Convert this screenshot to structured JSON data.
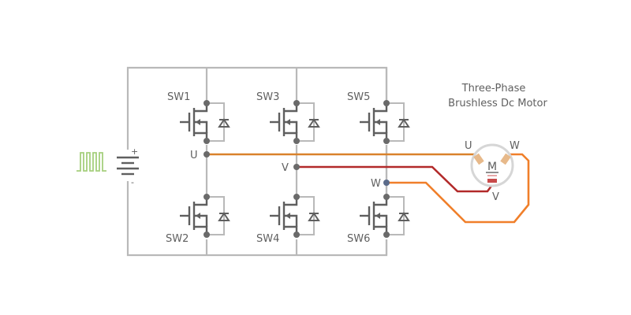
{
  "diagram": {
    "title_line1": "Three-Phase",
    "title_line2": "Brushless Dc Motor",
    "motor_label": "M",
    "switches": [
      {
        "id": "sw1",
        "label": "SW1"
      },
      {
        "id": "sw2",
        "label": "SW2"
      },
      {
        "id": "sw3",
        "label": "SW3"
      },
      {
        "id": "sw4",
        "label": "SW4"
      },
      {
        "id": "sw5",
        "label": "SW5"
      },
      {
        "id": "sw6",
        "label": "SW6"
      }
    ],
    "nodes": {
      "u": "U",
      "v": "V",
      "w": "W"
    },
    "motor_terminals": {
      "u": "U",
      "v": "V",
      "w": "W"
    },
    "battery": {
      "plus": "+",
      "minus": "-"
    },
    "colors": {
      "phase_u": "#d9822b",
      "phase_v": "#b22a2a",
      "phase_w": "#f07f2a",
      "pwm_signal": "#a6cf7d",
      "frame": "#b9b9b9",
      "symbol": "#5f5f5f",
      "motor_ring": "#d6d6d6"
    }
  }
}
